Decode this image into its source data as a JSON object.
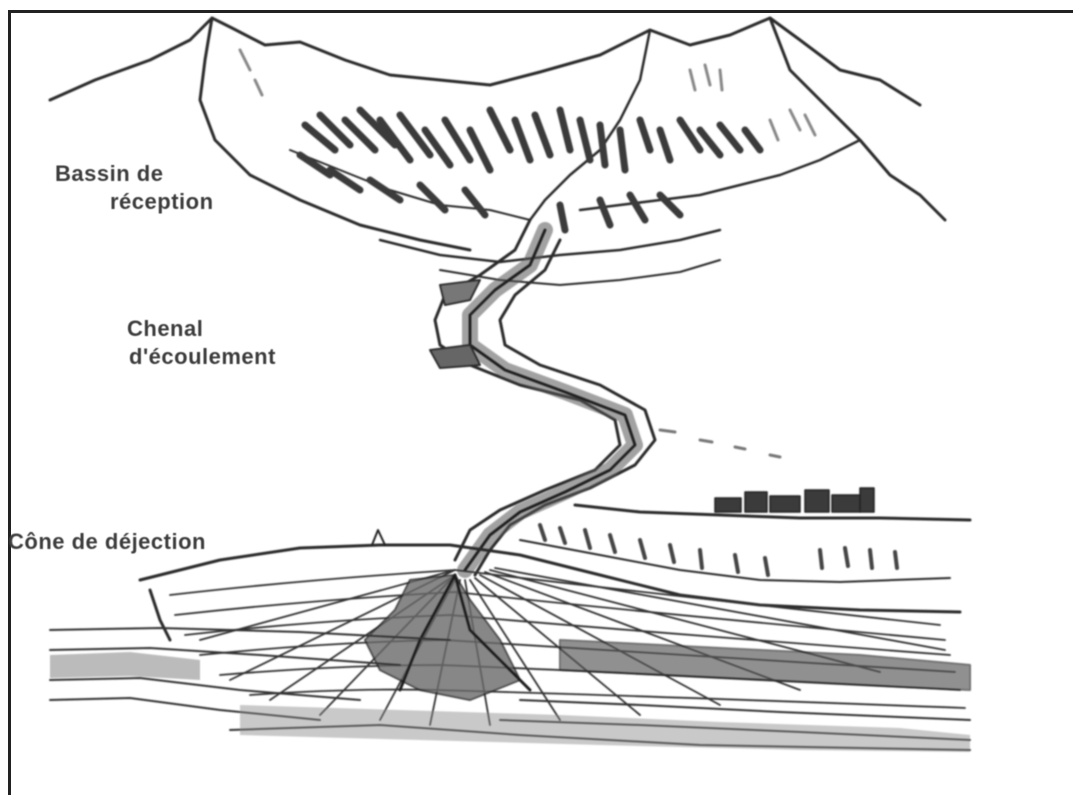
{
  "labels": {
    "bassin_line1": "Bassin de",
    "bassin_line2": "réception",
    "chenal_line1": "Chenal",
    "chenal_line2": "d'écoulement",
    "cone": "Cône de déjection"
  },
  "colors": {
    "ink": "#2b2b2b",
    "shade": "#555555",
    "light_shade": "#9a9a9a",
    "paper": "#ffffff"
  }
}
